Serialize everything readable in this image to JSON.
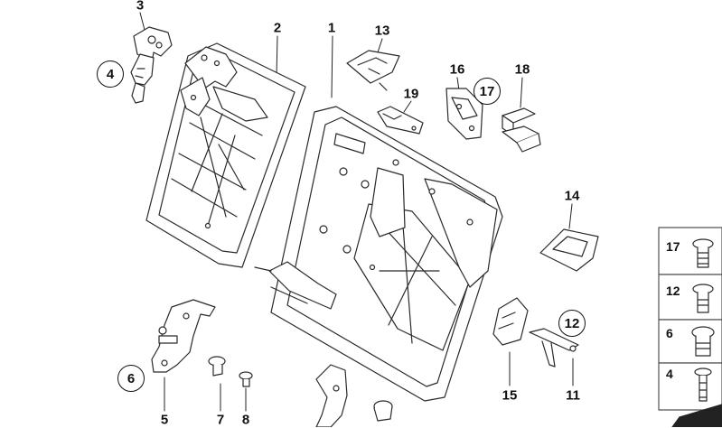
{
  "callouts": {
    "c1": "1",
    "c2": "2",
    "c3": "3",
    "c5": "5",
    "c7": "7",
    "c8": "8",
    "c11": "11",
    "c13": "13",
    "c14": "14",
    "c15": "15",
    "c16": "16",
    "c18": "18",
    "c19": "19"
  },
  "circled_callouts": {
    "c4": "4",
    "c6": "6",
    "c12": "12",
    "c17": "17"
  },
  "legend": {
    "items": [
      "17",
      "12",
      "6",
      "4"
    ]
  }
}
